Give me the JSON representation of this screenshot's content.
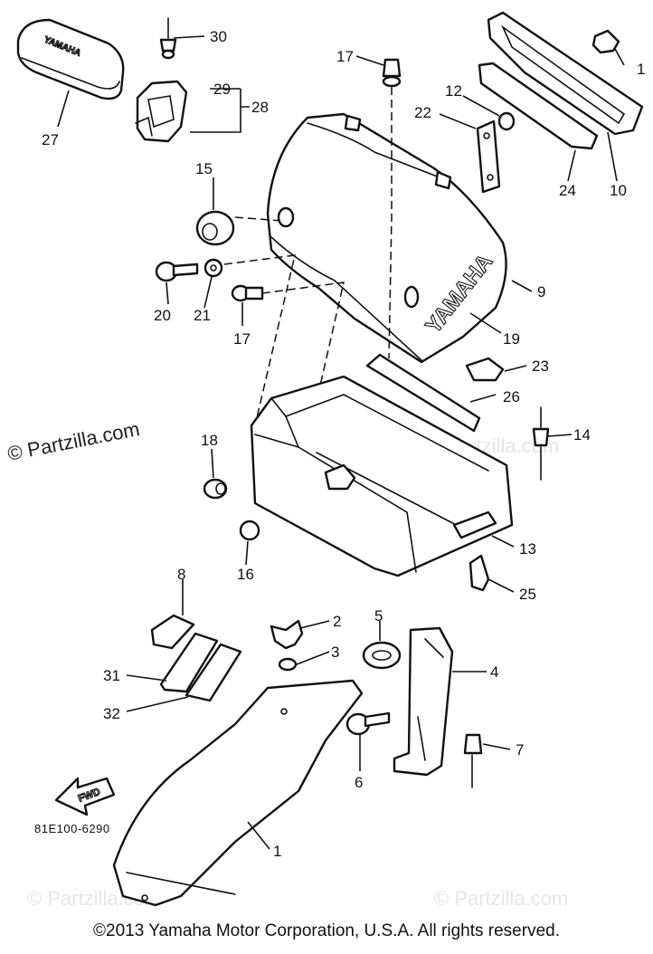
{
  "watermarks": {
    "main": "© Partzilla.com",
    "faint": "© Partzilla.com"
  },
  "embossed": {
    "seat_cover": "YAMAHA",
    "tank_cover": "YAMAHA",
    "arrow": "FWD"
  },
  "diagram_code": "81E100-6290",
  "callouts": {
    "c1": "1",
    "c2": "2",
    "c3": "3",
    "c4": "4",
    "c5": "5",
    "c6": "6",
    "c7": "7",
    "c8": "8",
    "c9": "9",
    "c10": "10",
    "c11": "1",
    "c12": "12",
    "c13": "13",
    "c14": "14",
    "c15": "15",
    "c16": "16",
    "c17a": "17",
    "c17b": "17",
    "c18": "18",
    "c19": "19",
    "c20": "20",
    "c21": "21",
    "c22": "22",
    "c23": "23",
    "c24": "24",
    "c25": "25",
    "c26": "26",
    "c27": "27",
    "c28": "28",
    "c29": "29",
    "c30": "30",
    "c31": "31",
    "c32": "32"
  },
  "footer": {
    "copyright": "©2013  Yamaha Motor Corporation, U.S.A. All rights reserved."
  }
}
